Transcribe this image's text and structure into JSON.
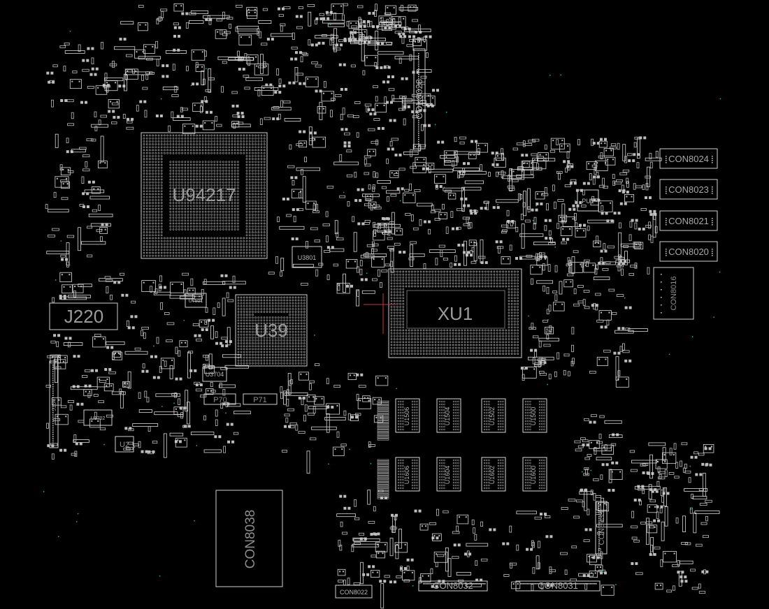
{
  "board": {
    "background": "#000000",
    "stroke_color": "#d8d8d8",
    "pad_color": "#bdbdbd",
    "via_color": "#1fa89a",
    "marker_color": "#c0393b"
  },
  "labels": {
    "u94217": "U94217",
    "xu1": "XU1",
    "u39": "U39",
    "j220": "J220",
    "con8038": "CON8038",
    "con8028": "CON8028",
    "con8024": "CON8024",
    "con8023": "CON8023",
    "con8021": "CON8021",
    "con8020": "CON8020",
    "con8016": "CON8016",
    "con8039": "CON8039",
    "con8032": "CON8032",
    "con8031": "CON8031",
    "con8022": "CON8022",
    "u3801": "U3801",
    "u3704": "U3704",
    "u3702": "U3702",
    "u7501": "U7501",
    "u2": "U2",
    "j164": "J164",
    "p70": "P70",
    "p71": "P71",
    "pu1": "PU1",
    "u1506": "U1506",
    "u1504": "U1504",
    "u1502": "U1502",
    "u1500": "U1500",
    "u1606": "U1606",
    "u1604": "U1604",
    "u1602": "U1602",
    "u1600": "U1600"
  }
}
